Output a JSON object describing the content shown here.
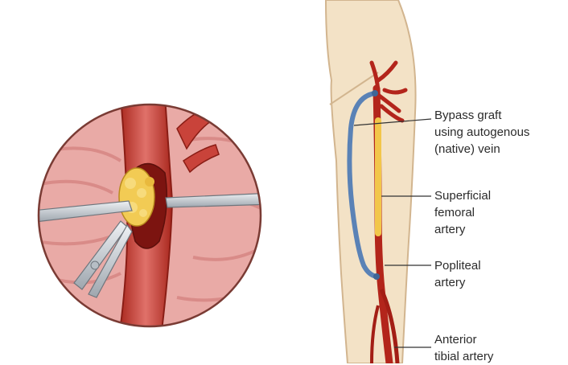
{
  "labels": {
    "bypass_graft": [
      "Bypass graft",
      "using autogenous",
      "(native) vein"
    ],
    "superficial_femoral": [
      "Superficial",
      "femoral",
      "artery"
    ],
    "popliteal": [
      "Popliteal",
      "artery"
    ],
    "anterior_tibial": [
      "Anterior",
      "tibial artery"
    ]
  },
  "colors": {
    "skin": "#f3e2c6",
    "skin_outline": "#d2b58f",
    "artery": "#b3251b",
    "artery_dark": "#7f1611",
    "graft_vein": "#5a82b6",
    "plaque": "#f2cb54",
    "tissue": "#e7a4a0",
    "instrument": "#c9ced4"
  }
}
